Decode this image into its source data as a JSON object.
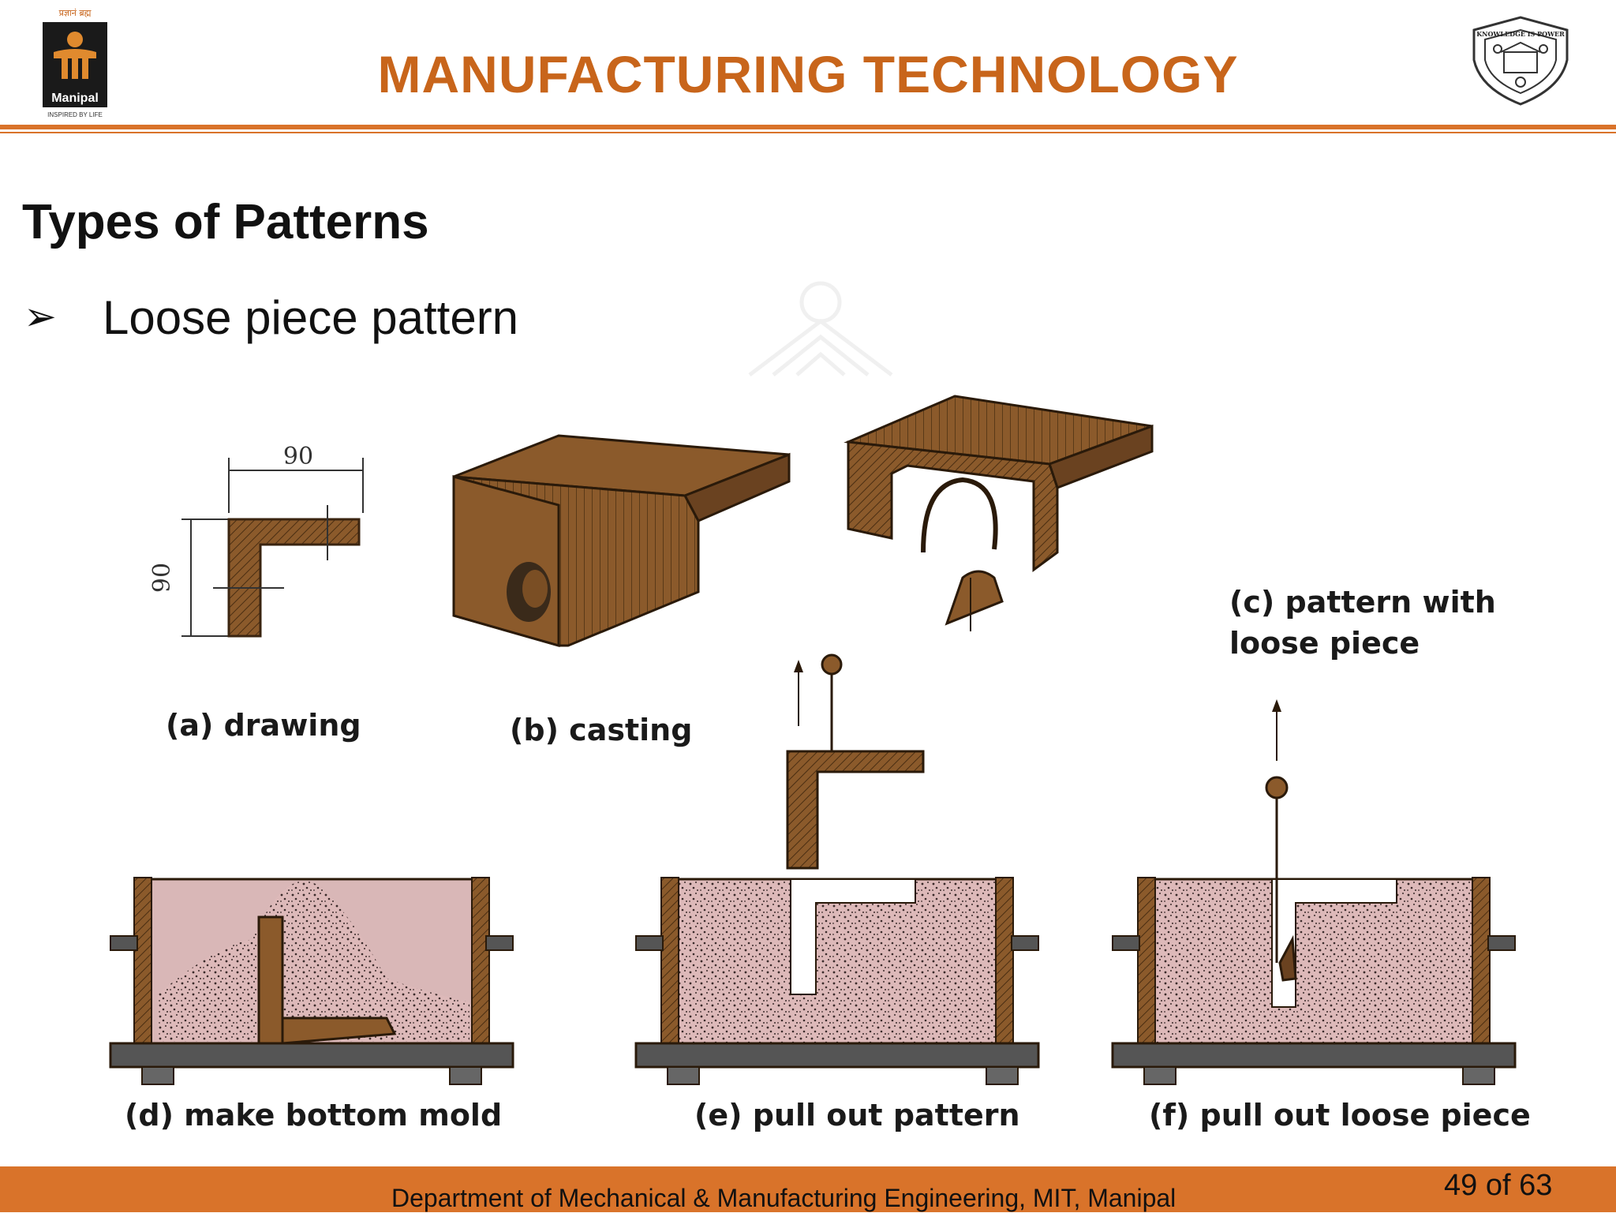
{
  "header": {
    "title": "MANUFACTURING TECHNOLOGY",
    "left_logo": {
      "top_text": "प्रज्ञानं ब्रह्म",
      "name": "Manipal",
      "tagline": "INSPIRED BY LIFE"
    },
    "right_logo": {
      "icon": "mit-seal-icon",
      "ring_text": "KNOWLEDGE IS POWER"
    }
  },
  "content": {
    "heading": "Types of Patterns",
    "bullets": [
      {
        "marker": "➢",
        "text": "Loose piece pattern"
      }
    ]
  },
  "figure": {
    "dimension_labels": [
      "90",
      "90"
    ],
    "captions": {
      "a": "(a) drawing",
      "b": "(b) casting",
      "c_line1": "(c) pattern with",
      "c_line2": "loose piece",
      "d": "(d) make bottom mold",
      "e": "(e) pull out pattern",
      "f": "(f) pull out loose piece"
    }
  },
  "footer": {
    "department": "Department of Mechanical & Manufacturing Engineering, MIT, Manipal",
    "page": "49 of 63"
  },
  "colors": {
    "accent": "#D9732A",
    "title": "#C8651B",
    "wood": "#8B5A2B",
    "sand": "#D9B7B7"
  }
}
